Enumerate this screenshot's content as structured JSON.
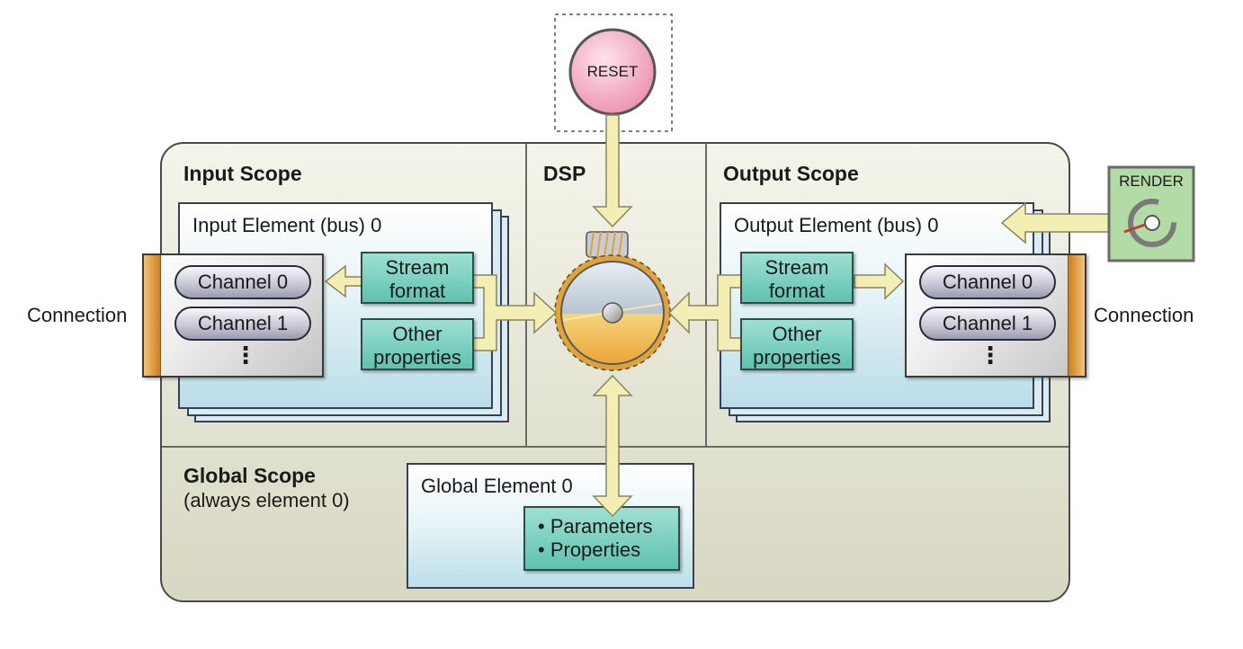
{
  "reset": {
    "label": "RESET"
  },
  "render": {
    "label": "RENDER"
  },
  "scopes": {
    "input": {
      "title": "Input Scope",
      "element_label": "Input Element (bus) 0"
    },
    "dsp": {
      "title": "DSP"
    },
    "output": {
      "title": "Output Scope",
      "element_label": "Output Element (bus) 0"
    },
    "global": {
      "title": "Global Scope",
      "subtitle": "(always element 0)",
      "element_label": "Global Element 0"
    }
  },
  "properties": {
    "stream_format": [
      "Stream",
      "format"
    ],
    "other_properties": [
      "Other",
      "properties"
    ]
  },
  "channels": [
    "Channel 0",
    "Channel 1"
  ],
  "ellipsis": "⋮",
  "connection_label": "Connection",
  "global_items": [
    "• Parameters",
    "• Properties"
  ],
  "colors": {
    "scope_bg": "#e2e2d2",
    "panel_bg": "#d9ecf2",
    "teal": "#6cc8b6",
    "reset": "#f2a6bf",
    "render": "#b3dba5",
    "arrow": "#f3eeb4",
    "connection_edge": "#d79b3c"
  }
}
